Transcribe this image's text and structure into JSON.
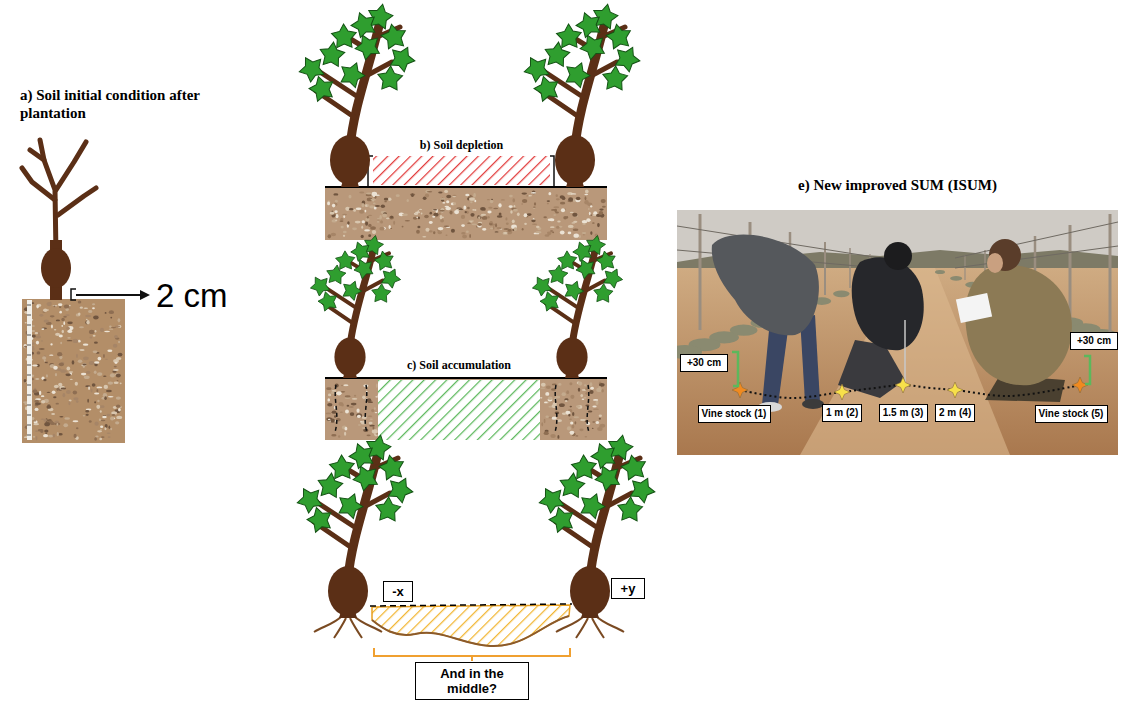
{
  "diagram": {
    "nodes": [
      {
        "text": [
          "b) Soil depletion"
        ]
      },
      {
        "text": [
          "c) Soil accumulation"
        ]
      },
      {
        "text": [
          "-x"
        ]
      },
      {
        "text": [
          "+y"
        ]
      },
      {
        "text": [
          "And in the middle?"
        ]
      },
      {
        "text": [
          "e) New improved SUM (ISUM)"
        ]
      },
      {
        "text": [
          "+30 cm"
        ],
        "in": 5
      },
      {
        "text": [
          "Vine stock (1)"
        ],
        "in": 5
      },
      {
        "text": [
          "1 m (2)"
        ],
        "in": 5
      },
      {
        "text": [
          "1.5 m (3)"
        ],
        "in": 5
      },
      {
        "text": [
          "2 m (4)"
        ],
        "in": 5
      },
      {
        "text": [
          "+30 cm"
        ],
        "in": 5
      },
      {
        "text": [
          "Vine stock (5)"
        ],
        "in": 5
      }
    ],
    "labels": [
      "a) Soil initial condition after plantation",
      "2 cm"
    ]
  }
}
